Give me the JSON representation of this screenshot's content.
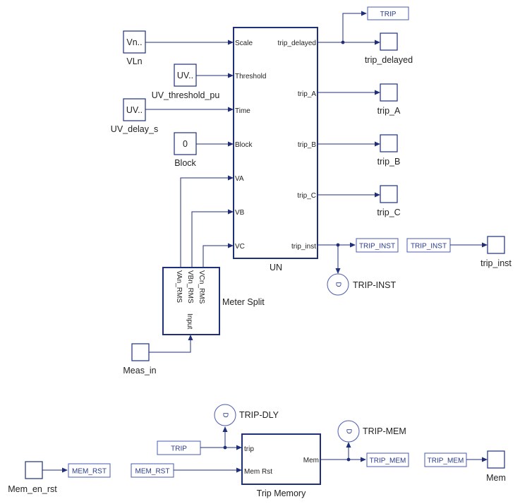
{
  "un_block": {
    "name": "UN",
    "inputs": [
      "Scale",
      "Threshold",
      "Time",
      "Block",
      "VA",
      "VB",
      "VC"
    ],
    "outputs": [
      "trip_delayed",
      "trip_A",
      "trip_B",
      "trip_C",
      "trip_inst"
    ]
  },
  "constants": {
    "vln": {
      "value": "Vn..",
      "label": "VLn"
    },
    "uv_threshold": {
      "value": "UV..",
      "label": "UV_threshold_pu"
    },
    "uv_delay": {
      "value": "UV..",
      "label": "UV_delay_s"
    },
    "block": {
      "value": "0",
      "label": "Block"
    }
  },
  "meter_split": {
    "name": "Meter Split",
    "outputs": [
      "VAn_RMS",
      "VBn_RMS",
      "VCn_RMS"
    ],
    "input": "Input"
  },
  "ports": {
    "meas_in": "Meas_in",
    "trip_delayed": "trip_delayed",
    "trip_a": "trip_A",
    "trip_b": "trip_B",
    "trip_c": "trip_C",
    "trip_inst": "trip_inst",
    "mem_en_rst": "Mem_en_rst",
    "mem": "Mem"
  },
  "tags": {
    "trip_top": "TRIP",
    "trip_inst_from": "TRIP_INST",
    "trip_inst_to": "TRIP_INST",
    "mem_rst_from": "MEM_RST",
    "trip_in": "TRIP",
    "mem_rst_to": "MEM_RST",
    "trip_mem_from": "TRIP_MEM",
    "trip_mem_to": "TRIP_MEM"
  },
  "probes": {
    "trip_inst": "TRIP-INST",
    "trip_dly": "TRIP-DLY",
    "trip_mem": "TRIP-MEM",
    "probe_glyph": "D"
  },
  "trip_memory": {
    "name": "Trip Memory",
    "inputs": [
      "trip",
      "Mem Rst"
    ],
    "output": "Mem"
  }
}
